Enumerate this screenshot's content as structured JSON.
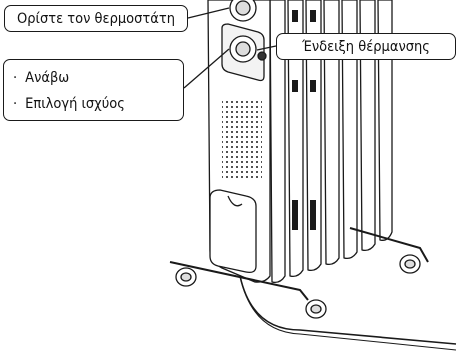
{
  "callouts": {
    "thermostat": "Ορίστε τον θερμοστάτη",
    "indicator": "Ένδειξη θέρμανσης",
    "functions": [
      "Ανάβω",
      "Επιλογή ισχύος"
    ]
  },
  "illustration": {
    "subject": "oil-filled-radiator-heater",
    "fin_count": 7,
    "colors": {
      "outline": "#1a1a1a",
      "body": "#ffffff",
      "shadow": "#e9e9e9"
    }
  }
}
